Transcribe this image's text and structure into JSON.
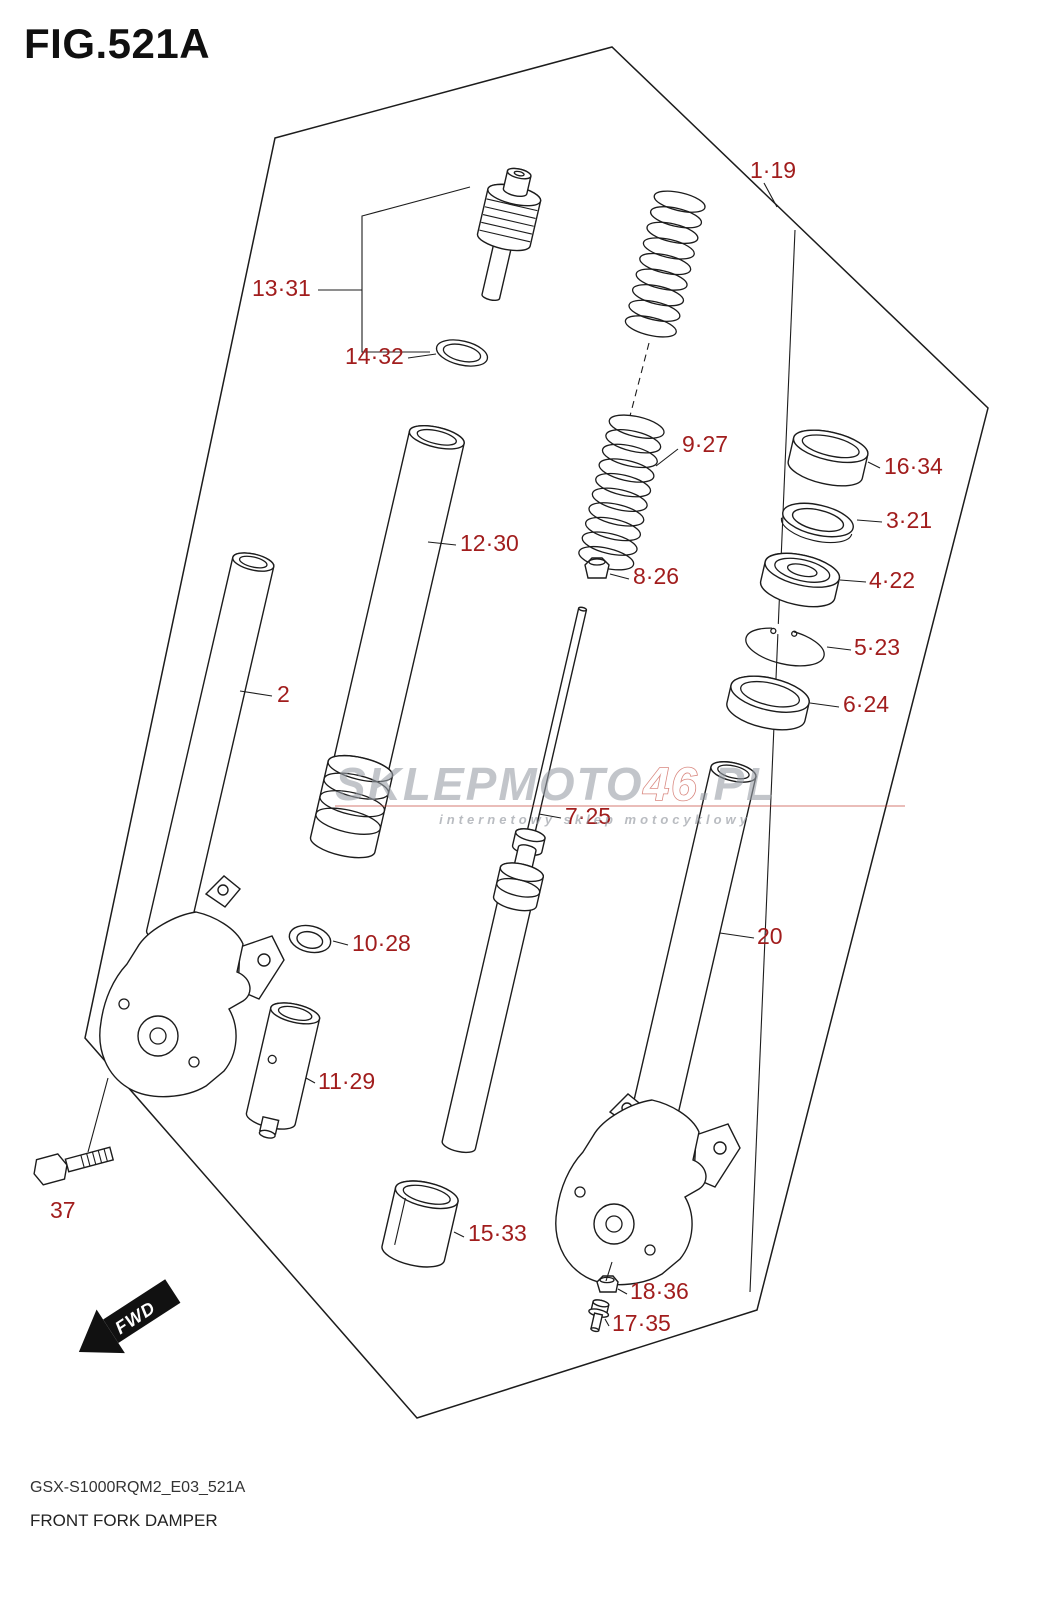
{
  "title": "FIG.521A",
  "footer": {
    "code": "GSX-S1000RQM2_E03_521A",
    "name": "FRONT FORK DAMPER"
  },
  "fwd_label": "FWD",
  "watermark": {
    "pre": "SKLEP",
    "mid": "MOTO",
    "num": "46",
    "post": ".PL",
    "subtitle": "internetowy sklep motocyklowy"
  },
  "colors": {
    "label_red": "#a11d1d",
    "line_black": "#1c1c1c",
    "watermark_gray": "#9aa0a8",
    "watermark_red": "#c0392b"
  },
  "labels": [
    {
      "text": "1·19"
    },
    {
      "text": "13·31"
    },
    {
      "text": "14·32"
    },
    {
      "text": "9·27"
    },
    {
      "text": "16·34"
    },
    {
      "text": "3·21"
    },
    {
      "text": "4·22"
    },
    {
      "text": "5·23"
    },
    {
      "text": "6·24"
    },
    {
      "text": "12·30"
    },
    {
      "text": "8·26"
    },
    {
      "text": "2"
    },
    {
      "text": "7·25"
    },
    {
      "text": "10·28"
    },
    {
      "text": "20"
    },
    {
      "text": "11·29"
    },
    {
      "text": "37"
    },
    {
      "text": "15·33"
    },
    {
      "text": "18·36"
    },
    {
      "text": "17·35"
    }
  ]
}
